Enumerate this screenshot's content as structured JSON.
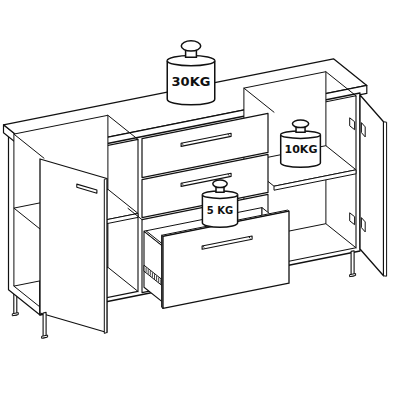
{
  "diagram": {
    "nodes": [
      {
        "text": [
          "30KG"
        ]
      },
      {
        "text": [
          "10KG"
        ]
      },
      {
        "text": [
          "5 KG"
        ]
      }
    ]
  }
}
